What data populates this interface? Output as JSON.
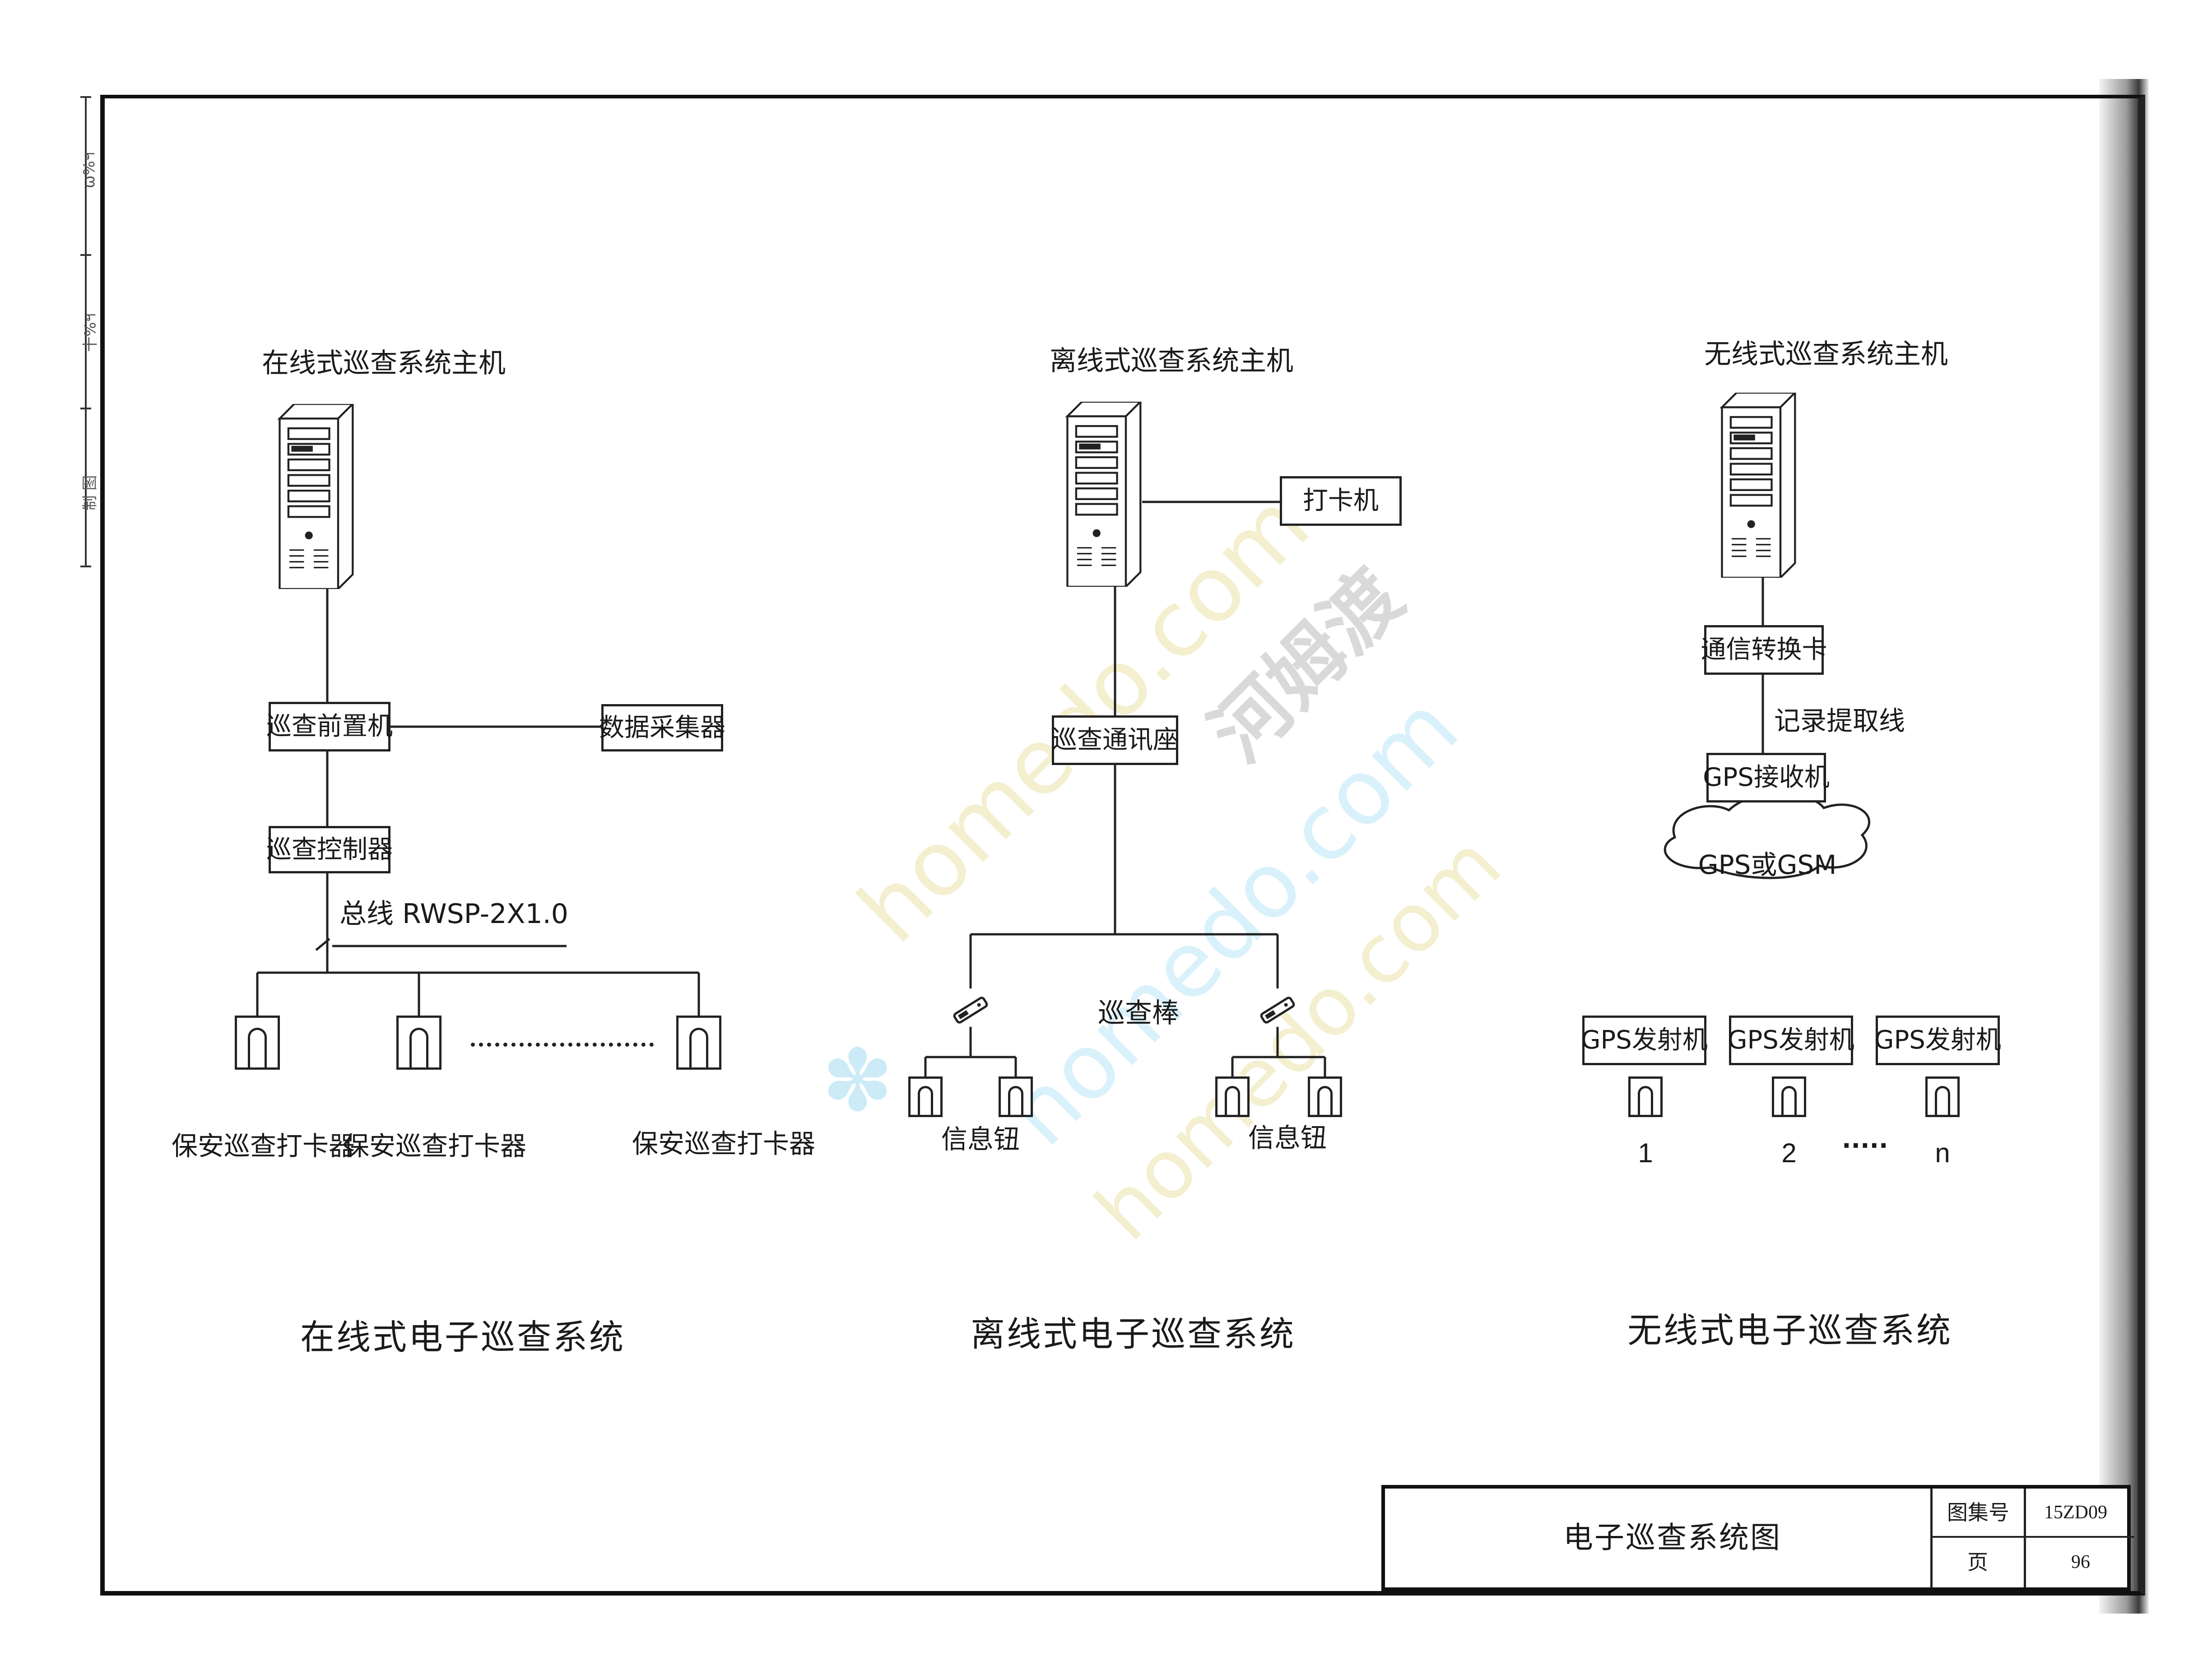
{
  "margin_notes": [
    "ω%ฯ",
    "十%ฯ",
    "制 图"
  ],
  "online": {
    "host_label": "在线式巡查系统主机",
    "front_machine": "巡查前置机",
    "data_collector": "数据采集器",
    "controller": "巡查控制器",
    "bus_label": "总线 RWSP-2X1.0",
    "reader_labels": [
      "保安巡查打卡器",
      "保安巡查打卡器",
      "保安巡查打卡器"
    ],
    "title": "在线式电子巡查系统"
  },
  "offline": {
    "host_label": "离线式巡查系统主机",
    "card_machine": "打卡机",
    "comm_seat": "巡查通讯座",
    "patrol_wand": "巡查棒",
    "info_button_labels": [
      "信息钮",
      "信息钮"
    ],
    "title": "离线式电子巡查系统"
  },
  "wireless": {
    "host_label": "无线式巡查系统主机",
    "comm_card": "通信转换卡",
    "record_line": "记录提取线",
    "gps_receiver": "GPS接收机",
    "network_cloud": "GPS或GSM",
    "transmitters": [
      "GPS发射机",
      "GPS发射机",
      "GPS发射机"
    ],
    "numbers": [
      "1",
      "2",
      "n"
    ],
    "ellipsis": "·····",
    "title": "无线式电子巡查系统"
  },
  "title_block": {
    "drawing_title": "电子巡查系统图",
    "atlas_label": "图集号",
    "atlas_value": "15ZD09",
    "page_label": "页",
    "page_value": "96"
  },
  "watermark": {
    "brand": "河姆渡",
    "domain_texts": [
      "homedo.com",
      "homedo.com",
      "homedo.com"
    ]
  },
  "colors": {
    "ink": "#1a1a1a",
    "watermark_blue": "#9fd9f0",
    "watermark_yellow": "#efeac0",
    "watermark_gray": "#c9c9c9"
  }
}
